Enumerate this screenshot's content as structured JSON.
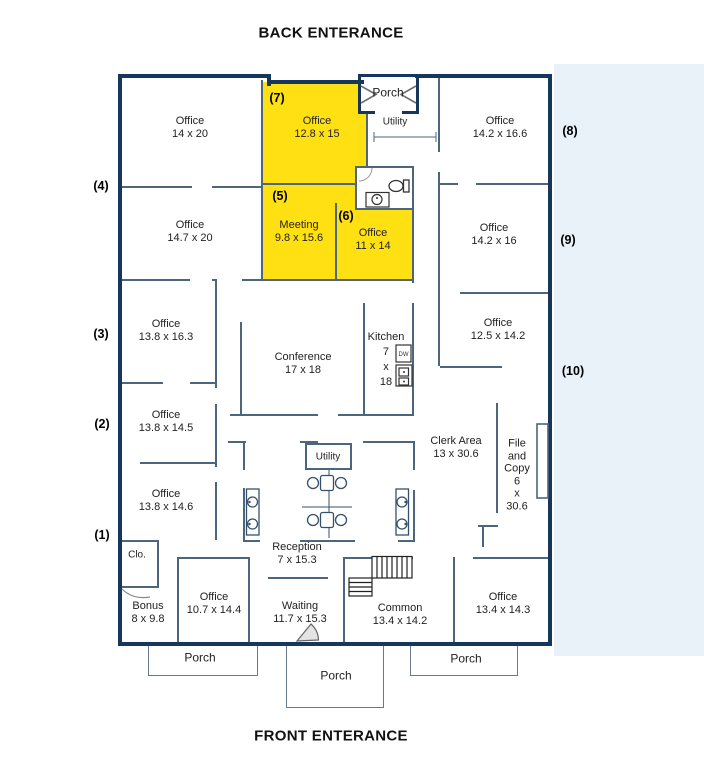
{
  "titles": {
    "back": "BACK ENTERANCE",
    "front": "FRONT ENTERANCE"
  },
  "markers": {
    "m1": "(1)",
    "m2": "(2)",
    "m3": "(3)",
    "m4": "(4)",
    "m5": "(5)",
    "m6": "(6)",
    "m7": "(7)",
    "m8": "(8)",
    "m9": "(9)",
    "m10": "(10)"
  },
  "highlighted_units": [
    "(5)",
    "(6)",
    "(7)"
  ],
  "rooms": {
    "office_14x20": {
      "name": "Office",
      "dims": "14 x 20"
    },
    "office_12_8x15": {
      "name": "Office",
      "dims": "12.8 x 15"
    },
    "office_14_2x16_6": {
      "name": "Office",
      "dims": "14.2 x 16.6"
    },
    "office_14_7x20": {
      "name": "Office",
      "dims": "14.7 x 20"
    },
    "meeting": {
      "name": "Meeting",
      "dims": "9.8 x 15.6"
    },
    "office_11x14": {
      "name": "Office",
      "dims": "11 x 14"
    },
    "office_14_2x16": {
      "name": "Office",
      "dims": "14.2 x 16"
    },
    "office_13_8x16_3": {
      "name": "Office",
      "dims": "13.8 x 16.3"
    },
    "conference": {
      "name": "Conference",
      "dims": "17 x 18"
    },
    "kitchen": {
      "name": "Kitchen",
      "dims_lines": [
        "7",
        "x",
        "18"
      ]
    },
    "office_12_5x14_2": {
      "name": "Office",
      "dims": "12.5 x 14.2"
    },
    "office_13_8x14_5": {
      "name": "Office",
      "dims": "13.8 x 14.5"
    },
    "clerk_area": {
      "name": "Clerk Area",
      "dims": "13 x 30.6"
    },
    "file_copy": {
      "lines": [
        "File",
        "and",
        "Copy",
        "6",
        "x",
        "30.6"
      ]
    },
    "utility_top": {
      "name": "Utility"
    },
    "utility_center": {
      "name": "Utility"
    },
    "office_13_8x14_6": {
      "name": "Office",
      "dims": "13.8 x 14.6"
    },
    "closet": {
      "name": "Clo."
    },
    "reception": {
      "name": "Reception",
      "dims": "7 x 15.3"
    },
    "bonus": {
      "name": "Bonus",
      "dims": "8 x 9.8"
    },
    "office_10_7x14_4": {
      "name": "Office",
      "dims": "10.7 x 14.4"
    },
    "waiting": {
      "name": "Waiting",
      "dims": "11.7 x 15.3"
    },
    "common": {
      "name": "Common",
      "dims": "13.4 x 14.2"
    },
    "office_13_4x14_3": {
      "name": "Office",
      "dims": "13.4 x 14.3"
    },
    "porch_back": {
      "name": "Porch"
    },
    "porch_front_left": {
      "name": "Porch"
    },
    "porch_front_center": {
      "name": "Porch"
    },
    "porch_front_right": {
      "name": "Porch"
    }
  },
  "icons": {
    "dishwasher_label": "DW"
  },
  "colors": {
    "outer_wall": "#16365c",
    "inner_wall": "#4c667e",
    "highlight_yellow": "#ffe013",
    "right_background": "#e9f1f9"
  }
}
